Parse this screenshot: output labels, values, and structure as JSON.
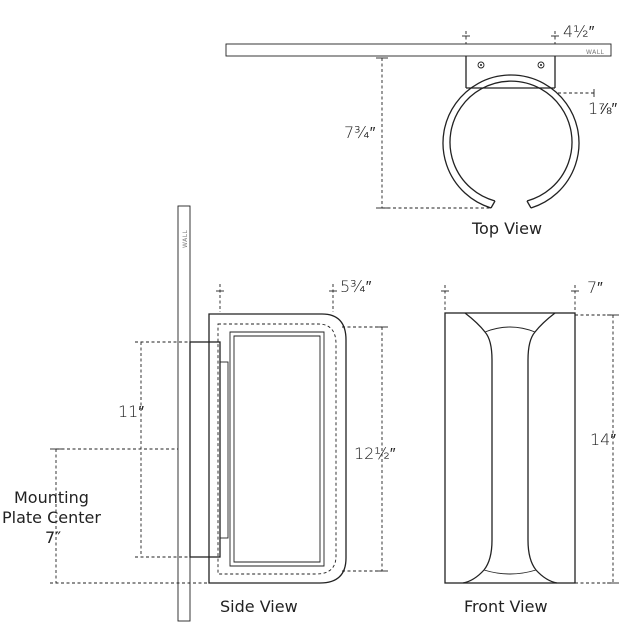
{
  "views": {
    "top": {
      "title": "Top View",
      "wall_label": "WALL",
      "dim_depth": "4½″",
      "dim_gap": "1⅞″",
      "dim_projection": "7¾″"
    },
    "side": {
      "title": "Side View",
      "wall_label": "WALL",
      "dim_top_depth": "5¾″",
      "dim_plate_height": "11″",
      "dim_shade_height": "12½″",
      "mounting_label_1": "Mounting",
      "mounting_label_2": "Plate Center",
      "mounting_value": "7″"
    },
    "front": {
      "title": "Front View",
      "dim_width": "7″",
      "dim_height": "14″"
    }
  }
}
